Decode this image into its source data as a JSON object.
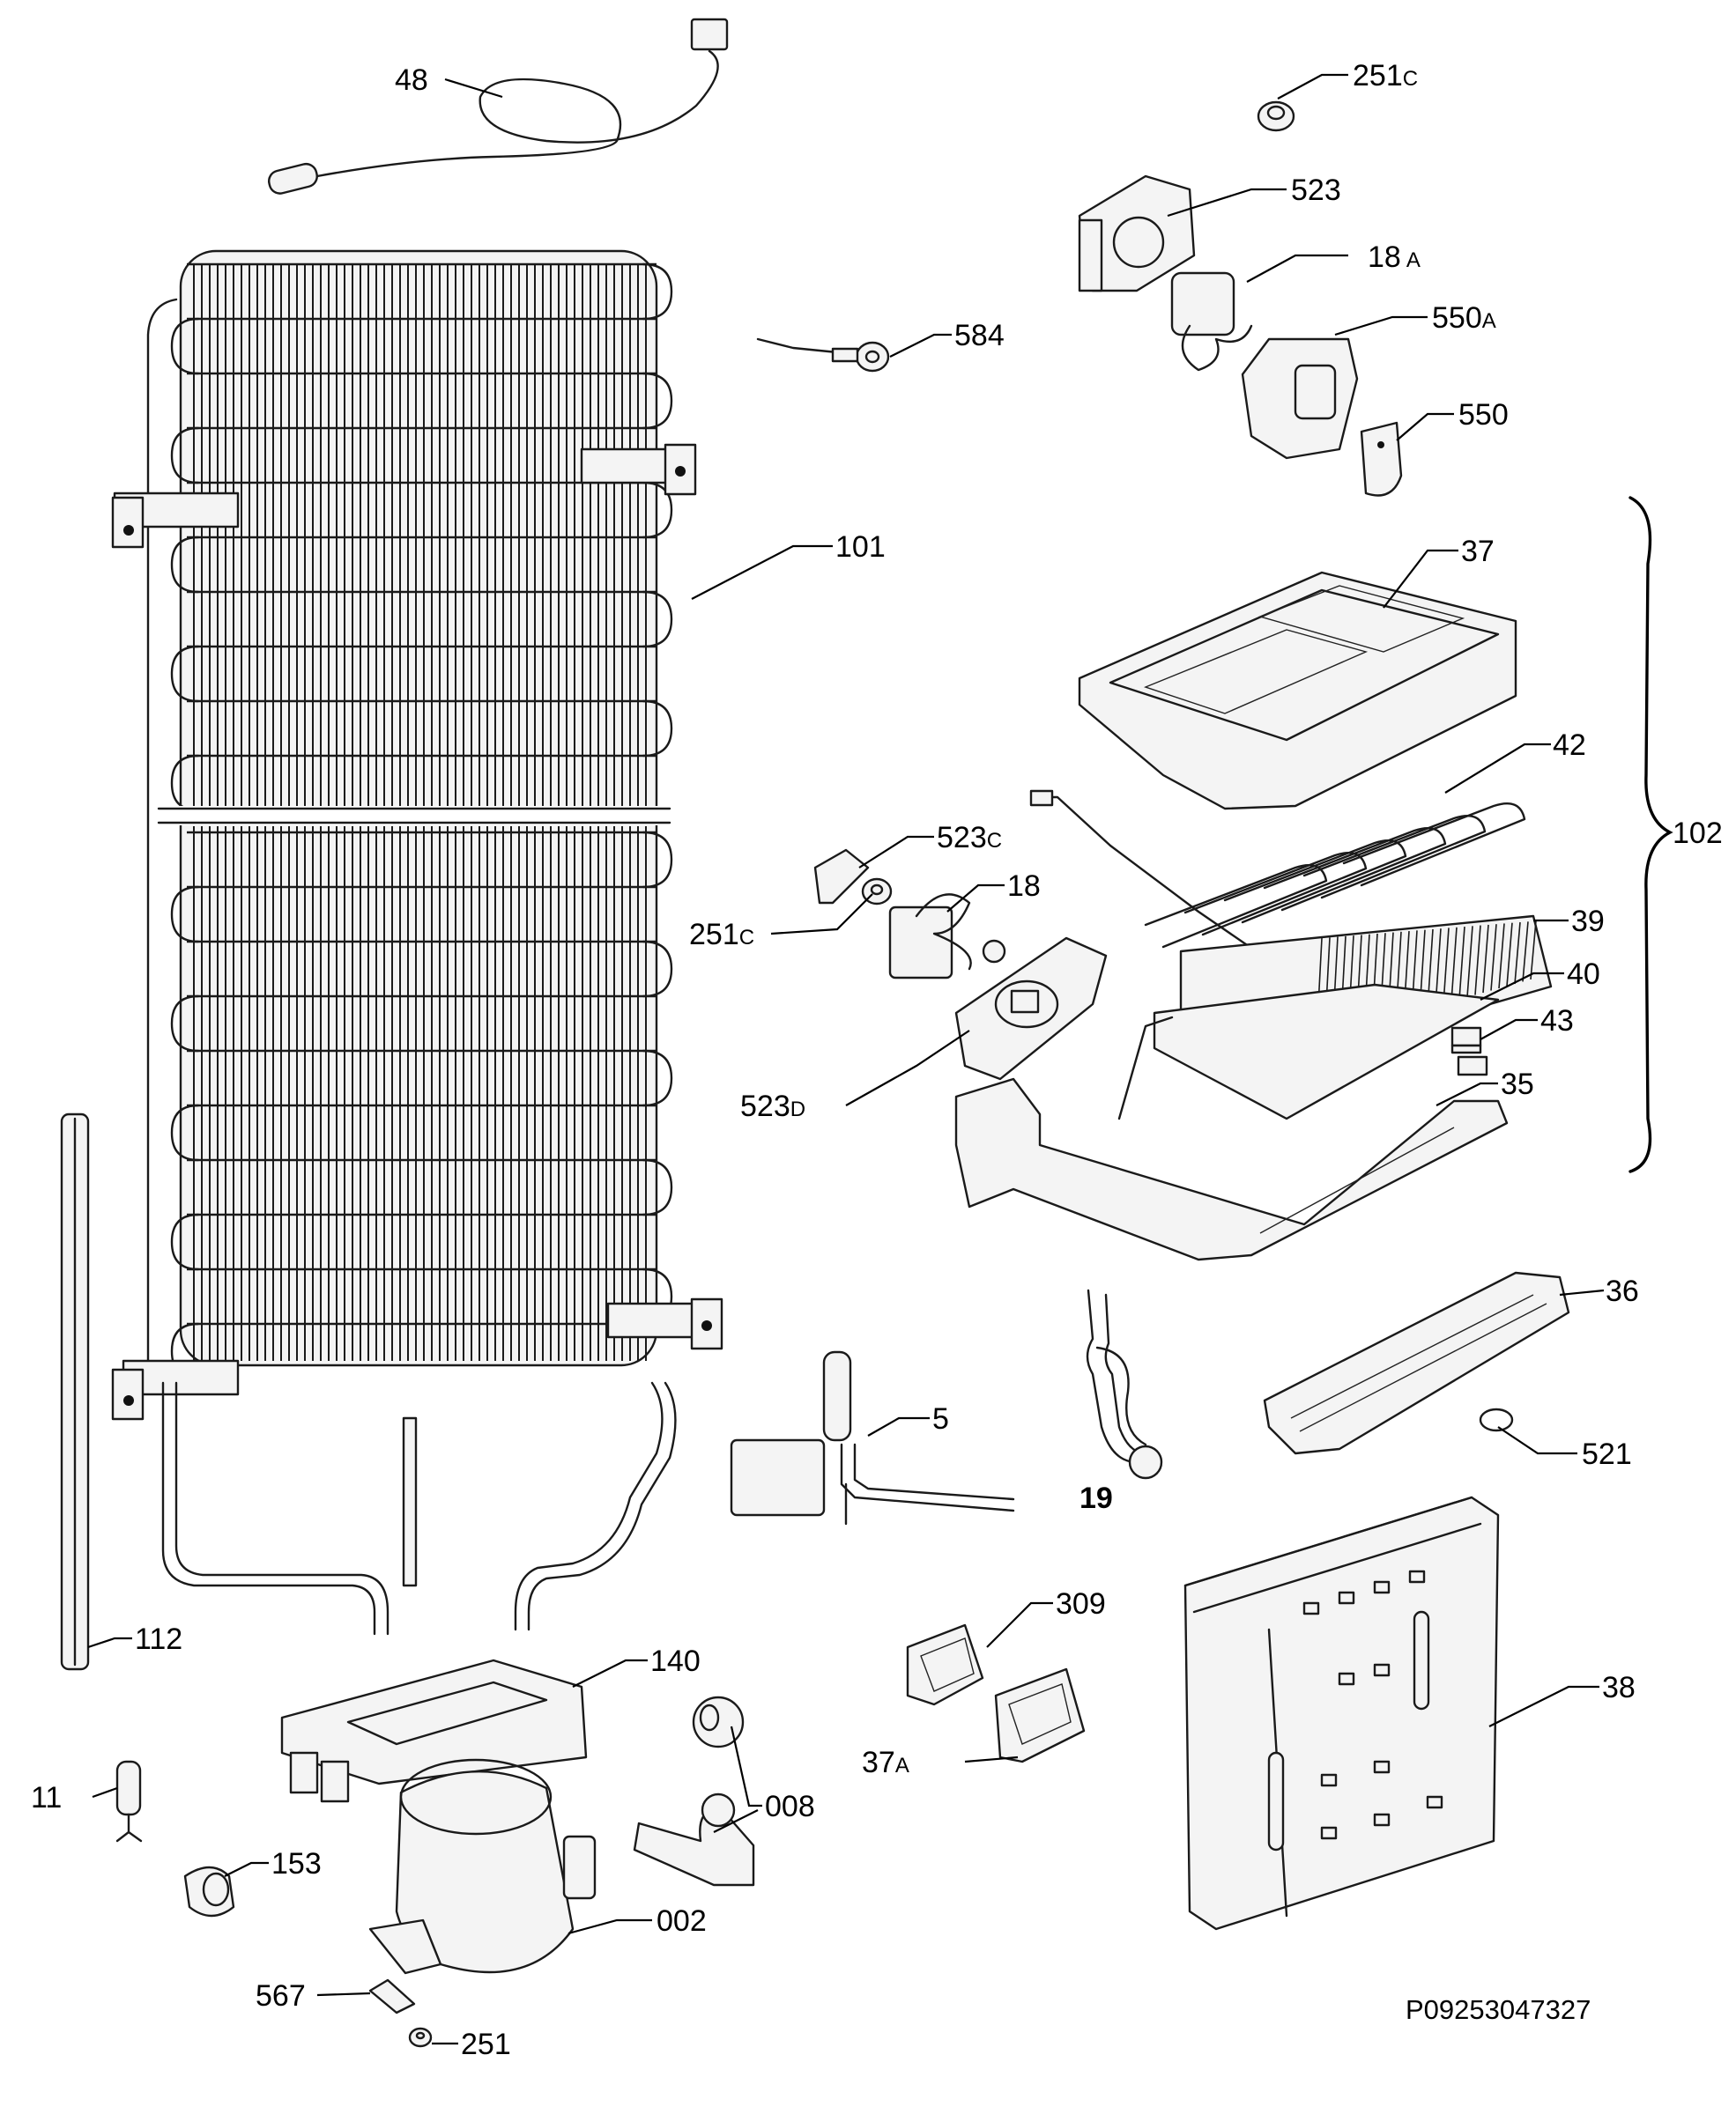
{
  "diagram_code": "P09253047327",
  "labels": {
    "p48": "48",
    "p251c_top": "251",
    "p251c_top_sfx": "C",
    "p523": "523",
    "p18a": "18",
    "p18a_sfx": "A",
    "p584": "584",
    "p550a": "550",
    "p550a_sfx": "A",
    "p550": "550",
    "p101": "101",
    "p37": "37",
    "p102": "102",
    "p42": "42",
    "p523c": "523",
    "p523c_sfx": "C",
    "p18": "18",
    "p251c_mid": "251",
    "p251c_mid_sfx": "C",
    "p39": "39",
    "p40": "40",
    "p43": "43",
    "p523d": "523",
    "p523d_sfx": "D",
    "p35": "35",
    "p36": "36",
    "p5": "5",
    "p19": "19",
    "p521": "521",
    "p309": "309",
    "p112": "112",
    "p140": "140",
    "p38": "38",
    "p37a": "37",
    "p37a_sfx": "A",
    "p11": "11",
    "p008": "008",
    "p153": "153",
    "p002": "002",
    "p567": "567",
    "p251": "251"
  }
}
